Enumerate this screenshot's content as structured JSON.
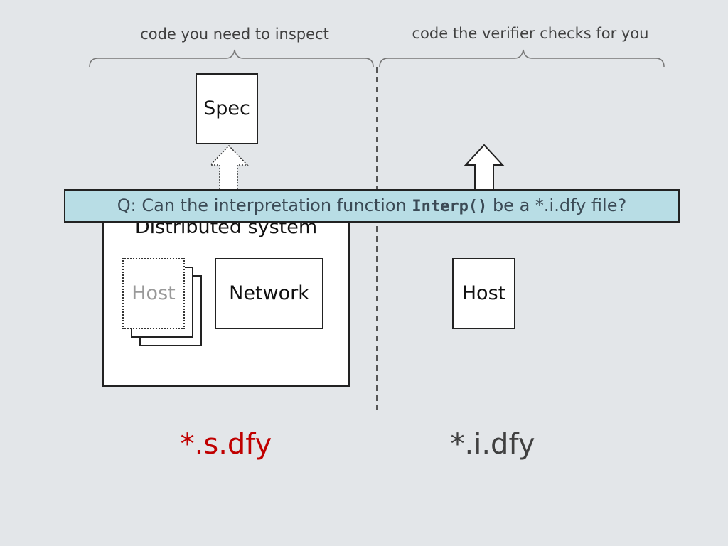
{
  "labels": {
    "left_brace": "code you need to inspect",
    "right_brace": "code the verifier checks for you"
  },
  "boxes": {
    "spec": "Spec",
    "distributed_system": "Distributed system",
    "host_stack": "Host",
    "network": "Network",
    "right_host": "Host"
  },
  "banner": {
    "prefix": "Q: Can the interpretation function ",
    "code": "Interp()",
    "suffix": " be a *.i.dfy file?"
  },
  "files": {
    "spec_file": "*.s.dfy",
    "impl_file": "*.i.dfy"
  },
  "colors": {
    "spec_file": "#c00000",
    "impl_file": "#404040",
    "banner": "#b8dde5"
  }
}
